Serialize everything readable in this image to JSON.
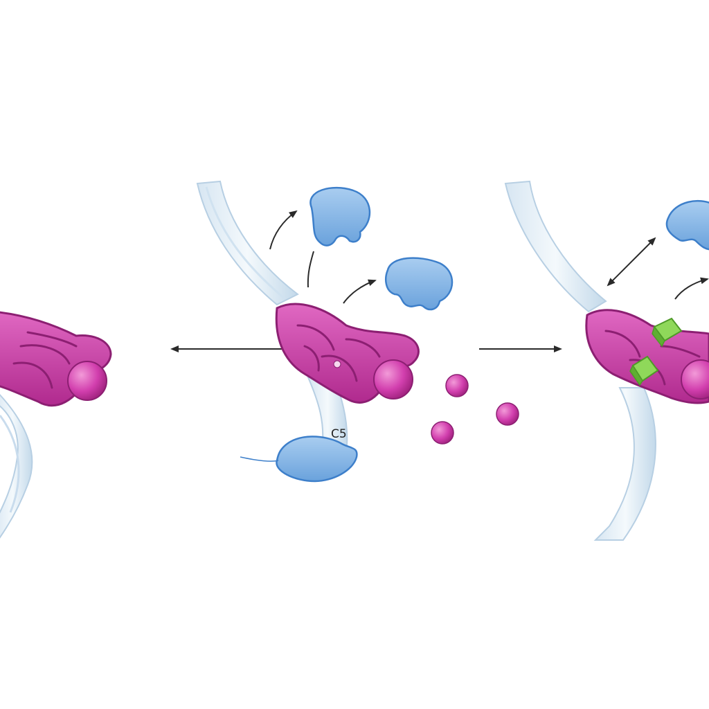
{
  "diagram": {
    "panels": [
      {
        "id": "panel-1"
      },
      {
        "id": "panel-2",
        "label": "C5"
      },
      {
        "id": "panel-3"
      }
    ],
    "arrows": [
      {
        "id": "double-arrow-1-2",
        "kind": "double"
      },
      {
        "id": "arrow-2-3",
        "kind": "single"
      }
    ]
  },
  "colors": {
    "receptor": "#c23a9e",
    "receptor_light": "#e27ac8",
    "receptor_dark": "#8c1f72",
    "ligand": "#e25bc0",
    "blue_protein": "#86b6e6",
    "blue_protein_dark": "#3d7fca",
    "green_block": "#7fcf4a",
    "stalk": "#c8dcec",
    "arrow": "#2a2a2a"
  }
}
